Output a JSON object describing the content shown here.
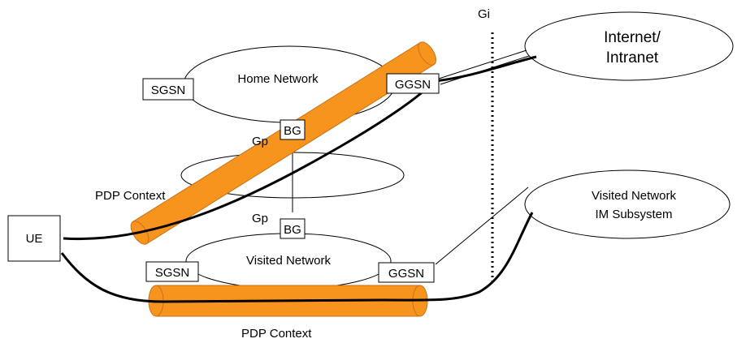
{
  "labels": {
    "gi": "Gi",
    "internet": [
      "Internet/",
      "Intranet"
    ],
    "home_network": "Home Network",
    "visited_network": "Visited Network",
    "visited_ims": [
      "Visited Network",
      "IM Subsystem"
    ],
    "sgsn_home": "SGSN",
    "ggsn_home": "GGSN",
    "bg_upper": "BG",
    "bg_lower": "BG",
    "gp_upper": "Gp",
    "gp_lower": "Gp",
    "pdp_context_upper": "PDP Context",
    "pdp_context_lower": "PDP Context",
    "ue": "UE",
    "sgsn_visited": "SGSN",
    "ggsn_visited": "GGSN"
  },
  "colors": {
    "tunnel_fill": "#F7941D",
    "tunnel_stroke": "#C8711A",
    "line": "#000000"
  }
}
